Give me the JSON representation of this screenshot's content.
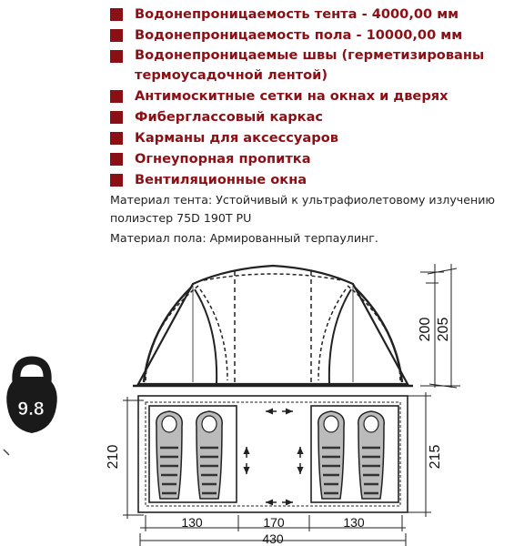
{
  "features": [
    {
      "text": "Водонепроницаемость тента - 4000,00 мм"
    },
    {
      "text": "Водонепроницаемость пола - 10000,00 мм"
    },
    {
      "text": "Водонепроницаемые швы (герметизированы термоусадочной лентой)"
    },
    {
      "text": "Антимоскитные сетки на окнах и дверях"
    },
    {
      "text": "Фиберглассовый каркас"
    },
    {
      "text": "Карманы для аксессуаров"
    },
    {
      "text": "Огнеупорная пропитка"
    },
    {
      "text": "Вентиляционные окна"
    }
  ],
  "materials": {
    "tent": "Материал тента: Устойчивый к ультрафиолетовому  излучению полиэстер 75D 190T PU",
    "floor": "Материал пола: Армированный терпаулинг."
  },
  "weight_badge": {
    "value": "9.8",
    "icon": "kettlebell-icon"
  },
  "dimensions": {
    "height_inner": "200",
    "height_outer": "205",
    "depth_inner": "210",
    "depth_outer": "215",
    "room_left": "130",
    "vestibule": "170",
    "room_right": "130",
    "total_length": "430"
  },
  "colors": {
    "accent": "#8b1016",
    "text": "#222222",
    "badge": "#1a1a1a"
  }
}
